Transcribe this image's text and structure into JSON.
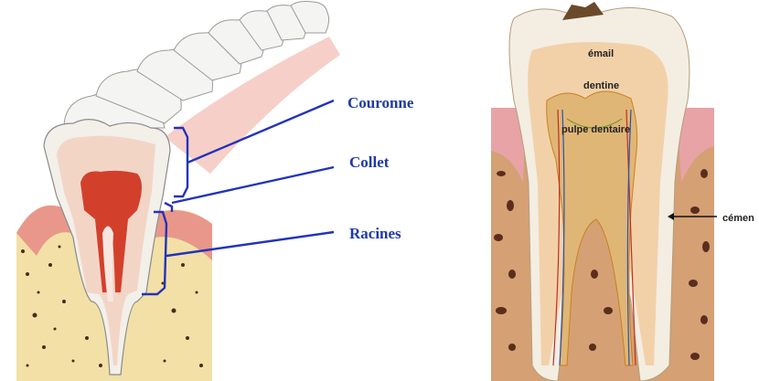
{
  "left_diagram": {
    "labels": {
      "crown": "Couronne",
      "neck": "Collet",
      "roots": "Racines"
    },
    "label_color": "#1f3aa8",
    "line_color": "#2233bb"
  },
  "right_diagram": {
    "labels": {
      "enamel": "émail",
      "dentin": "dentine",
      "pulp": "pulpe dentaire",
      "cementum": "cémen"
    },
    "label_color": "#222222"
  },
  "colors": {
    "enamel": "#f3efe9",
    "dentin": "#f2d6c8",
    "pulp": "#d7412e",
    "gum": "#f0a8a0",
    "bone": "#f0dca0",
    "bone_right": "#d9a777",
    "spots": "#4a2a1a"
  }
}
